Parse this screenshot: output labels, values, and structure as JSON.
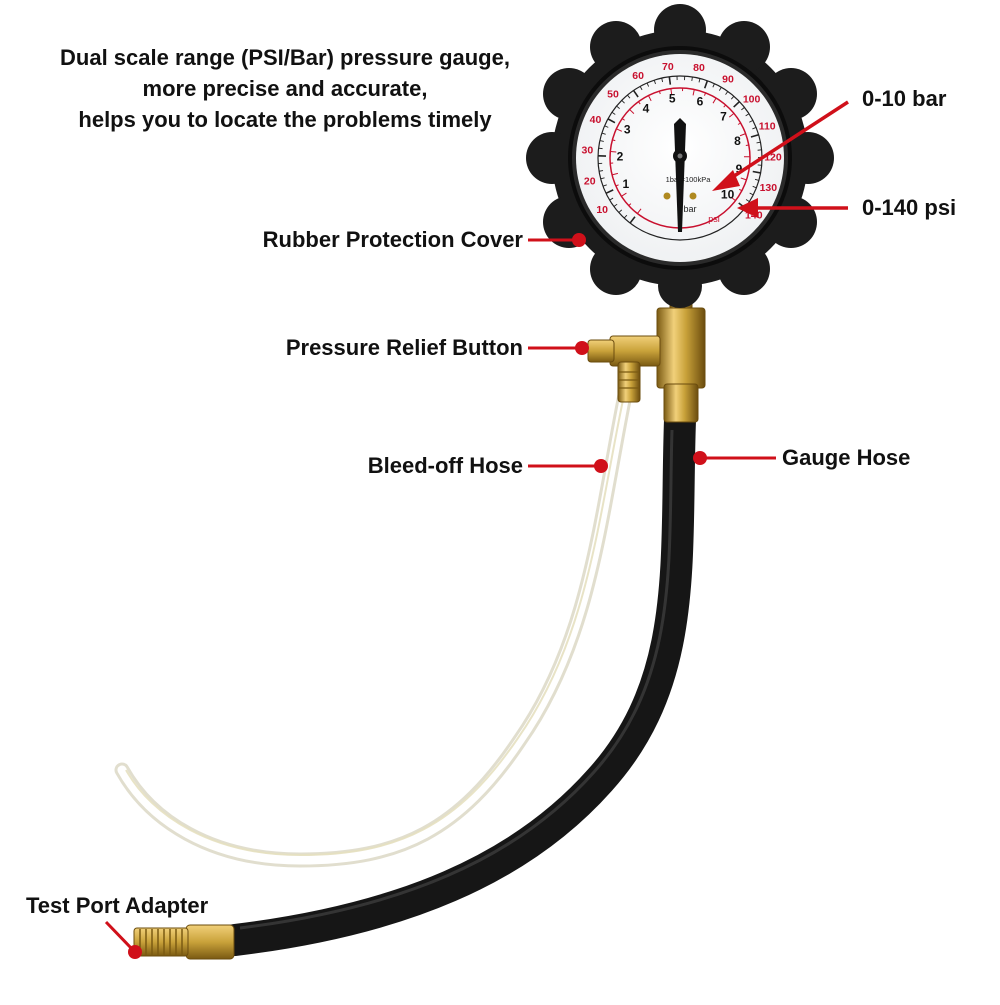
{
  "description": {
    "lines": [
      "Dual scale range (PSI/Bar) pressure gauge,",
      "more precise and accurate,",
      "helps you to locate the problems timely"
    ]
  },
  "callouts": {
    "bar_range": "0-10 bar",
    "psi_range": "0-140 psi",
    "rubber_cover": "Rubber Protection Cover",
    "relief_button": "Pressure Relief Button",
    "bleed_hose": "Bleed-off Hose",
    "gauge_hose": "Gauge Hose",
    "test_port": "Test Port Adapter"
  },
  "gauge": {
    "unit_note": "1bar=100kPa",
    "bar_unit": "bar",
    "psi_unit": "psi",
    "bar_ticks": [
      "1",
      "2",
      "3",
      "4",
      "5",
      "6",
      "7",
      "8",
      "9",
      "10"
    ],
    "psi_ticks": [
      "10",
      "20",
      "30",
      "40",
      "50",
      "60",
      "70",
      "80",
      "90",
      "100",
      "110",
      "120",
      "130",
      "140"
    ]
  },
  "colors": {
    "callout_red": "#d0101a",
    "psi_scale_red": "#c8102e",
    "rubber_black": "#1c1c1c",
    "brass": "#c9a23a",
    "hose_black": "#161616"
  }
}
